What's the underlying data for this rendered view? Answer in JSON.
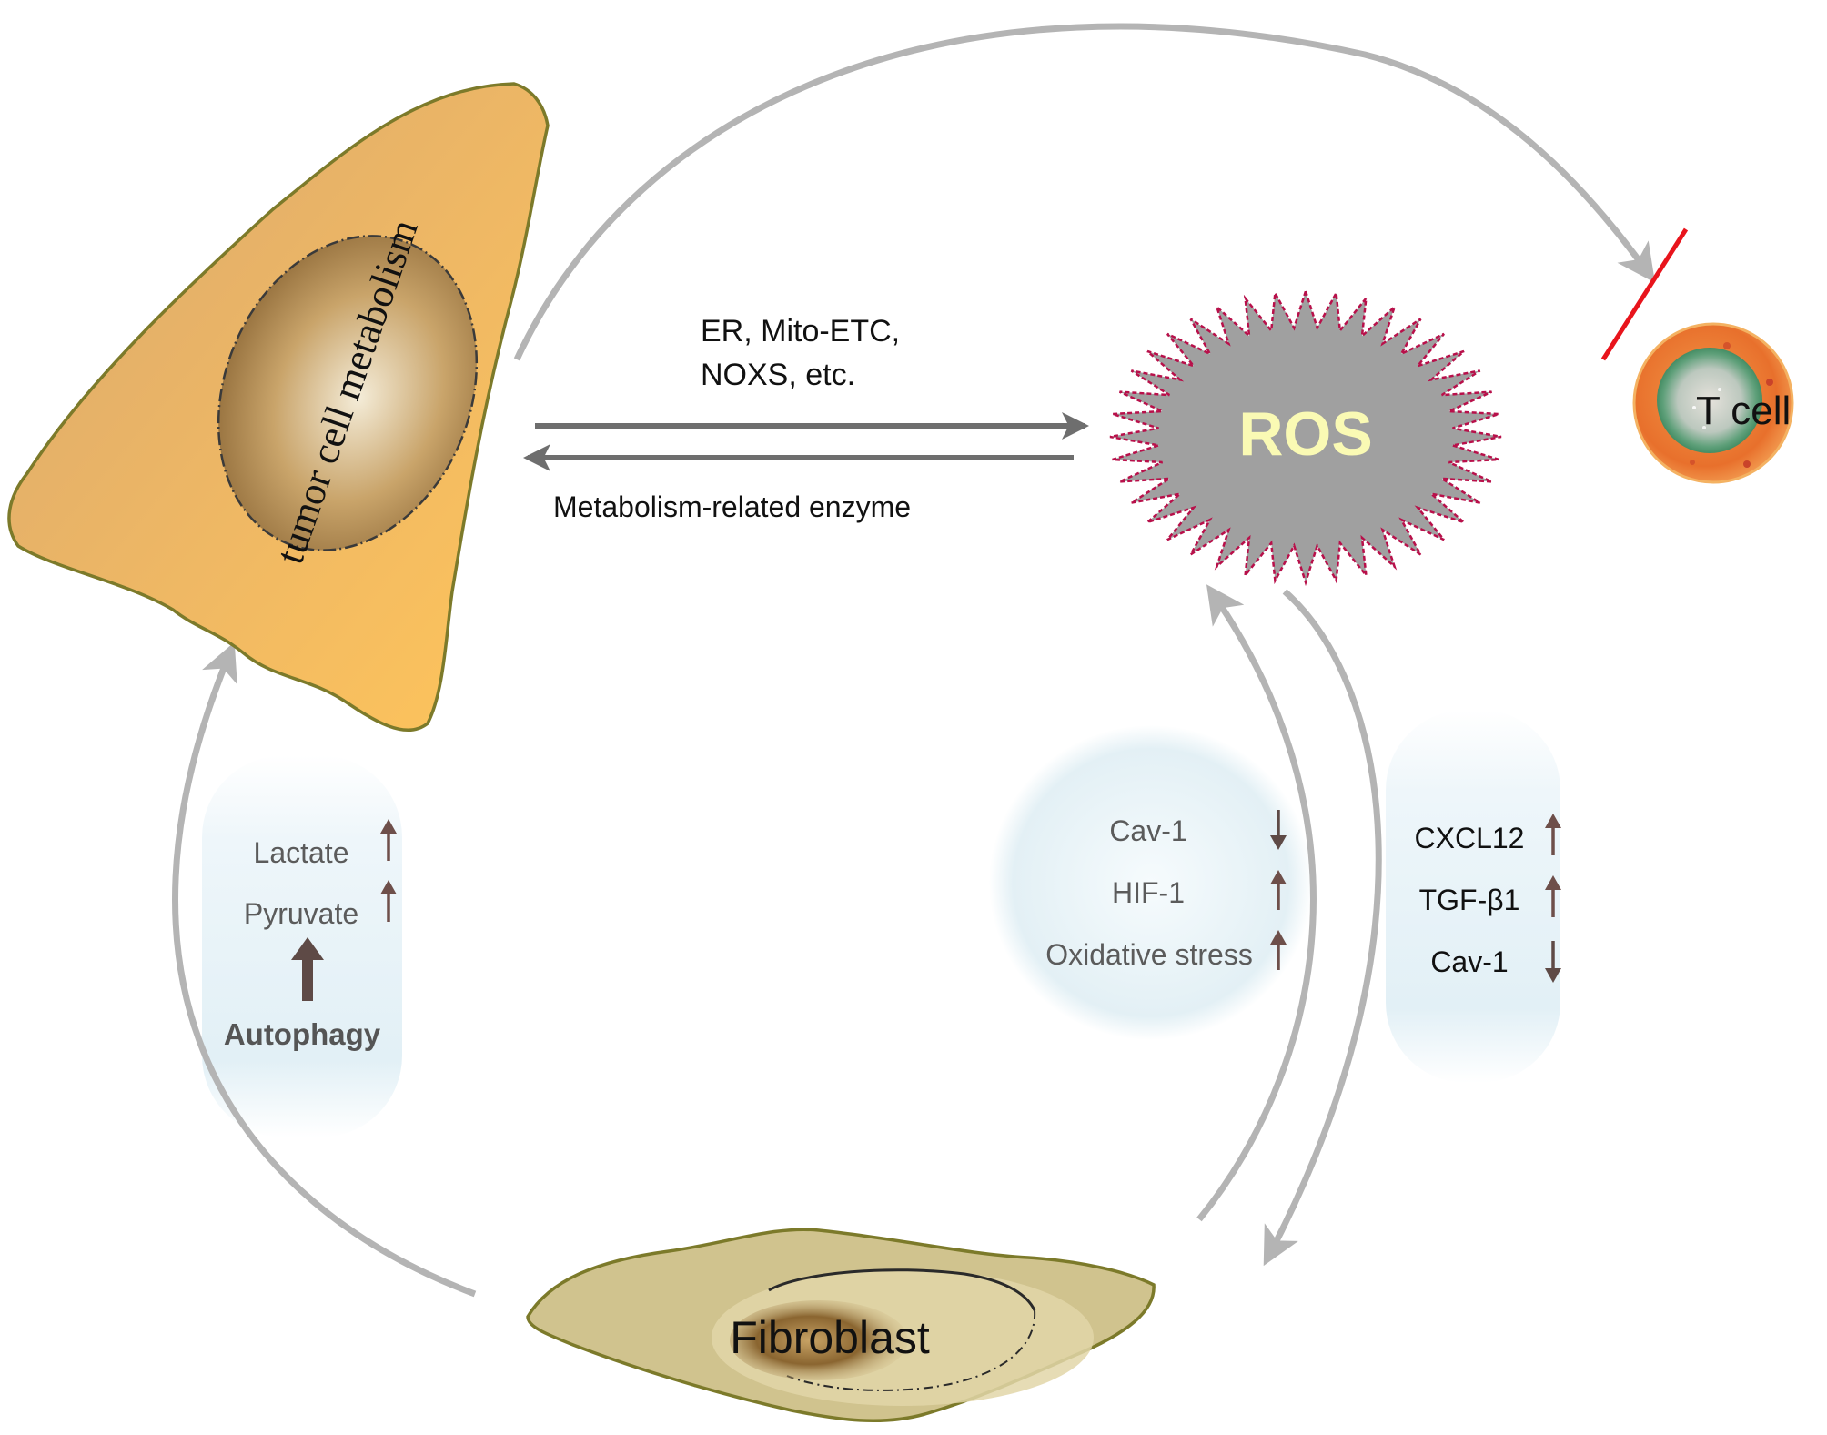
{
  "tumor_cell": {
    "label": "tumor cell metabolism"
  },
  "ros": {
    "label": "ROS"
  },
  "t_cell": {
    "label": "T cell"
  },
  "fibroblast": {
    "label": "Fibroblast"
  },
  "top_arrow_label": {
    "line1": "ER, Mito-ETC,",
    "line2": "NOXS, etc."
  },
  "bottom_arrow_label": "Metabolism-related enzyme",
  "autophagy_box": {
    "items": [
      {
        "label": "Lactate",
        "direction": "up"
      },
      {
        "label": "Pyruvate",
        "direction": "up"
      }
    ],
    "source": "Autophagy"
  },
  "hif_box": {
    "items": [
      {
        "label": "Cav-1",
        "direction": "down"
      },
      {
        "label": "HIF-1",
        "direction": "up"
      },
      {
        "label": "Oxidative stress",
        "direction": "up"
      }
    ]
  },
  "cxcl_box": {
    "items": [
      {
        "label": "CXCL12",
        "direction": "up"
      },
      {
        "label": "TGF-β1",
        "direction": "up"
      },
      {
        "label": "Cav-1",
        "direction": "down"
      }
    ]
  },
  "colors": {
    "arrow_grey": "#b4b4b4",
    "arrow_dark": "#6e6e6e",
    "inhibit_red": "#e8141c",
    "ros_fill": "#a0a0a0",
    "ros_border": "#b8104a",
    "tumor_fill": "#f2b560",
    "fibroblast_fill": "#d0c38e",
    "tcell_outer": "#e86d2a",
    "tcell_inner": "#3a8a5c"
  }
}
